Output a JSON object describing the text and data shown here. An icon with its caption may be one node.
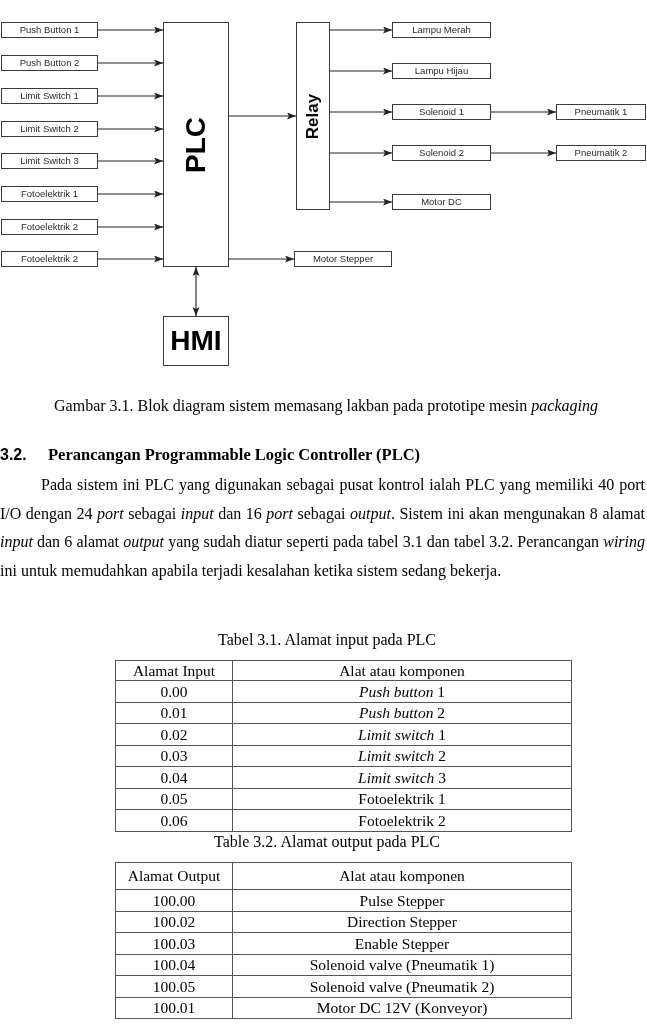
{
  "diagram": {
    "caption": "Gambar 3.1. Blok diagram sistem memasang lakban pada prototipe mesin *packaging*",
    "nodes": [
      {
        "text": [
          "Push Button 1"
        ]
      },
      {
        "text": [
          "Push Button 2"
        ]
      },
      {
        "text": [
          "Limit Switch 1"
        ]
      },
      {
        "text": [
          "Limit Switch 2"
        ]
      },
      {
        "text": [
          "Limit Switch 3"
        ]
      },
      {
        "text": [
          "Fotoelektrik 1"
        ]
      },
      {
        "text": [
          "Fotoelektrik 2"
        ]
      },
      {
        "text": [
          "Fotoelektrik 2"
        ]
      },
      {
        "text": [
          "PLC"
        ]
      },
      {
        "text": [
          "Relay"
        ]
      },
      {
        "text": [
          "Lampu Merah"
        ]
      },
      {
        "text": [
          "Lampu Hijau"
        ]
      },
      {
        "text": [
          "Solenoid 1"
        ]
      },
      {
        "text": [
          "Pneumatik 1"
        ]
      },
      {
        "text": [
          "Solenoid 2"
        ]
      },
      {
        "text": [
          "Pneumatik 2"
        ]
      },
      {
        "text": [
          "Motor DC"
        ]
      },
      {
        "text": [
          "Motor Stepper"
        ]
      },
      {
        "text": [
          "HMI"
        ]
      }
    ],
    "edges": [
      {
        "from": 0,
        "to": 8,
        "arrow": "to"
      },
      {
        "from": 1,
        "to": 8,
        "arrow": "to"
      },
      {
        "from": 2,
        "to": 8,
        "arrow": "to"
      },
      {
        "from": 3,
        "to": 8,
        "arrow": "to"
      },
      {
        "from": 4,
        "to": 8,
        "arrow": "to"
      },
      {
        "from": 5,
        "to": 8,
        "arrow": "to"
      },
      {
        "from": 6,
        "to": 8,
        "arrow": "to"
      },
      {
        "from": 7,
        "to": 8,
        "arrow": "to"
      },
      {
        "from": 8,
        "to": 9,
        "arrow": "to"
      },
      {
        "from": 9,
        "to": 10,
        "arrow": "to"
      },
      {
        "from": 9,
        "to": 11,
        "arrow": "to"
      },
      {
        "from": 9,
        "to": 12,
        "arrow": "to"
      },
      {
        "from": 12,
        "to": 13,
        "arrow": "to"
      },
      {
        "from": 9,
        "to": 14,
        "arrow": "to"
      },
      {
        "from": 14,
        "to": 15,
        "arrow": "to"
      },
      {
        "from": 9,
        "to": 16,
        "arrow": "to"
      },
      {
        "from": 8,
        "to": 17,
        "arrow": "to"
      },
      {
        "from": 8,
        "to": 18,
        "arrow": "both"
      }
    ],
    "labels": [
      "3.2.",
      "Perancangan Programmable Logic Controller (PLC)",
      "Pada sistem ini PLC yang digunakan sebagai pusat kontrol ialah PLC yang memiliki 40 port I/O dengan 24 *port* sebagai *input* dan 16 *port* sebagai *output*. Sistem ini akan mengunakan 8 alamat *input* dan 6 alamat *output* yang sudah diatur seperti pada tabel 3.1 dan tabel 3.2. Perancangan *wiring* ini untuk memudahkan apabila terjadi kesalahan ketika sistem sedang bekerja.",
      "Tabel 3.1. Alamat input pada PLC",
      "Alamat Input",
      "Alat atau komponen",
      "0.00",
      "*Push button* 1",
      "0.01",
      "*Push button* 2",
      "0.02",
      "*Limit switch* 1",
      "0.03",
      "*Limit switch* 2",
      "0.04",
      "*Limit switch* 3",
      "0.05",
      "Fotoelektrik 1",
      "0.06",
      "Fotoelektrik 2",
      "Table 3.2. Alamat output pada PLC",
      "Alamat Output",
      "Alat atau komponen",
      "100.00",
      "Pulse Stepper",
      "100.02",
      "Direction Stepper",
      "100.03",
      "Enable Stepper",
      "100.04",
      "Solenoid valve (Pneumatik 1)",
      "100.05",
      "Solenoid valve (Pneumatik 2)",
      "100.01",
      "Motor DC 12V (Konveyor)"
    ]
  }
}
